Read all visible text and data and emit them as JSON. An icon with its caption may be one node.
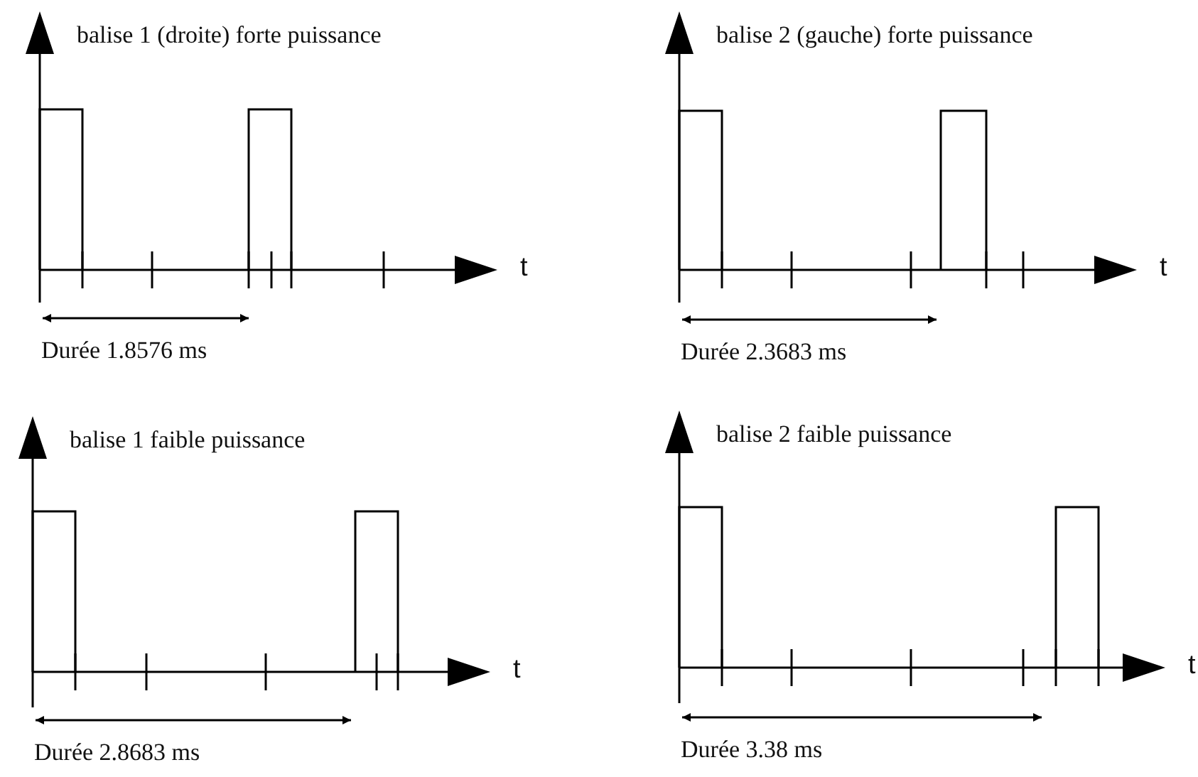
{
  "diagram": {
    "labels": [
      "balise 1 (droite) forte puissance",
      "t",
      "Durée 1.8576 ms",
      "balise 2 (gauche) forte puissance",
      "t",
      "Durée 2.3683 ms",
      "balise 1 faible puissance",
      "t",
      "Durée 2.8683 ms",
      "balise 2 faible puissance",
      "t",
      "Durée 3.38 ms"
    ]
  }
}
